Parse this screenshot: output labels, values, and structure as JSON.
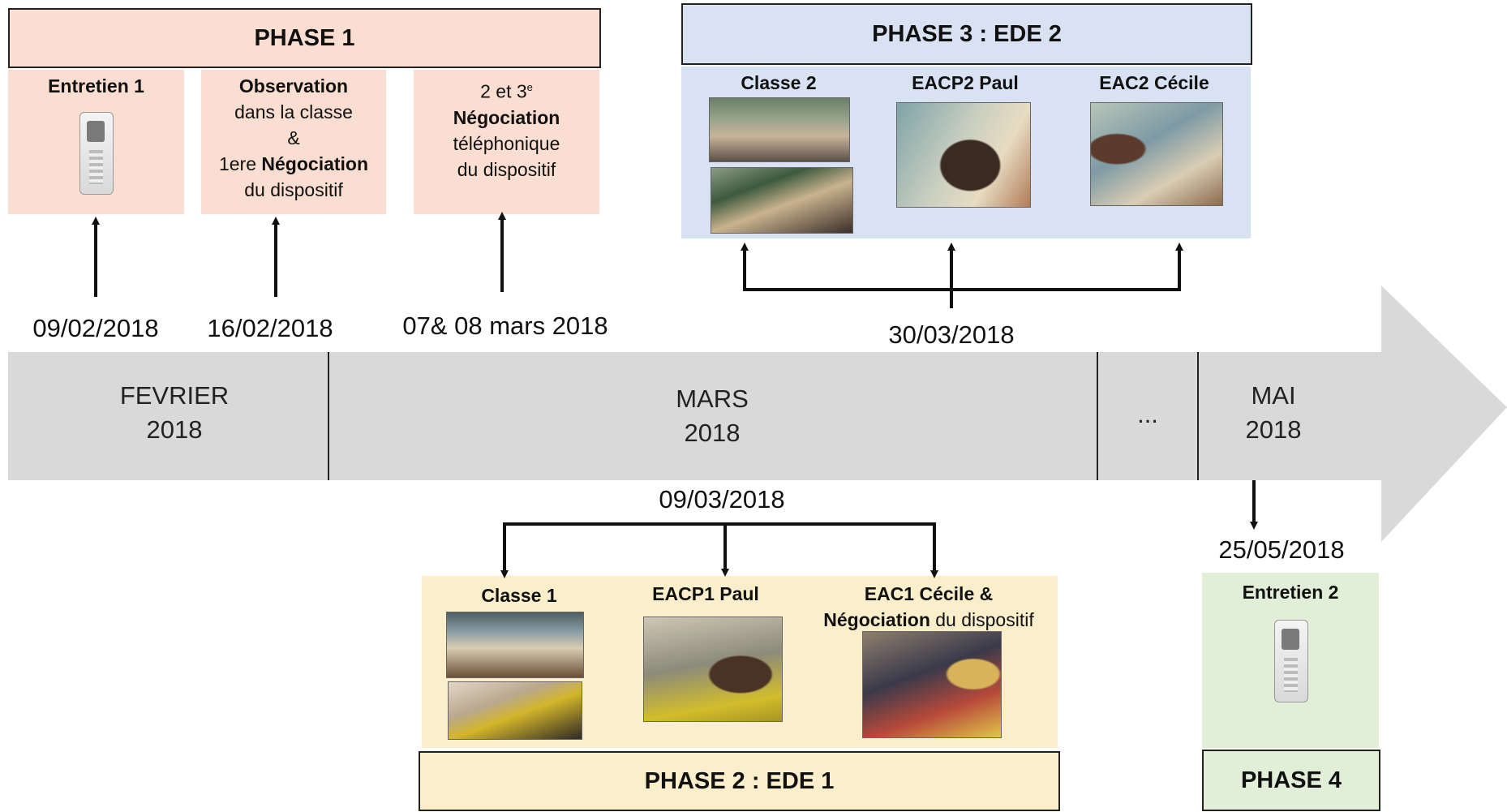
{
  "phase1": {
    "title": "PHASE 1",
    "entretien1": "Entretien 1",
    "obs_line1": "Observation",
    "obs_line2": "dans la classe",
    "obs_line3": "&",
    "obs_line4_pre": "1ere ",
    "obs_line4_bold": "Négociation",
    "obs_line5": "du dispositif",
    "neg_line1": "2 et 3",
    "neg_sup": "e",
    "neg_line2": "Négociation",
    "neg_line3": "téléphonique",
    "neg_line4": "du dispositif"
  },
  "phase2": {
    "title": "PHASE 2 : EDE 1",
    "classe1": "Classe 1",
    "eacp1": "EACP1 Paul",
    "eac1_line1": "EAC1 Cécile &",
    "eac1_line2_bold": "Négociation",
    "eac1_line2_rest": " du dispositif"
  },
  "phase3": {
    "title": "PHASE 3 : EDE 2",
    "classe2": "Classe 2",
    "eacp2": "EACP2 Paul",
    "eac2": "EAC2 Cécile"
  },
  "phase4": {
    "title": "PHASE 4",
    "entretien2": "Entretien 2"
  },
  "dates": {
    "d1": "09/02/2018",
    "d2": "16/02/2018",
    "d3": "07& 08 mars 2018",
    "d4": "30/03/2018",
    "d5": "09/03/2018",
    "d6": "25/05/2018"
  },
  "timeline": {
    "fevrier": "FEVRIER",
    "fevrier_year": "2018",
    "mars": "MARS",
    "mars_year": "2018",
    "ellipsis": "...",
    "mai": "MAI",
    "mai_year": "2018"
  },
  "colors": {
    "phase1": "#f9ded1",
    "phase2": "#fbeecb",
    "phase3": "#d9e2f3",
    "phase4": "#e2efd8",
    "timeline": "#d9d9d9"
  }
}
